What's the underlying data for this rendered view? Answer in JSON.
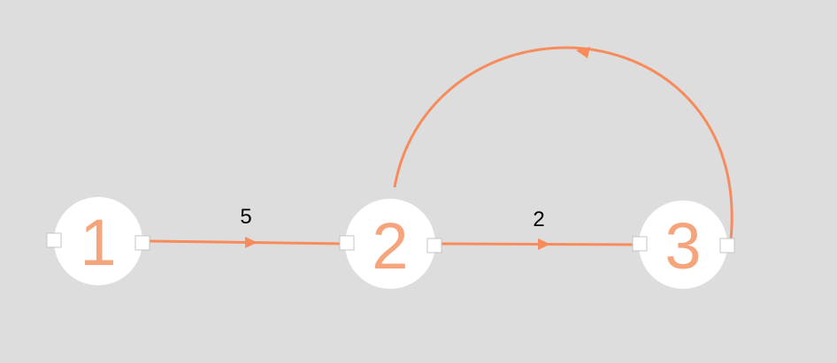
{
  "colors": {
    "background": "#dddddd",
    "node_fill": "#ffffff",
    "accent": "#f88b5b",
    "label_text": "#f6a47c",
    "port_stroke": "#c4c4c4"
  },
  "nodes": [
    {
      "id": "1",
      "label": "1"
    },
    {
      "id": "2",
      "label": "2"
    },
    {
      "id": "3",
      "label": "3"
    }
  ],
  "edges": [
    {
      "from": "1",
      "to": "2",
      "label": "5"
    },
    {
      "from": "2",
      "to": "3",
      "label": "2"
    },
    {
      "from": "3",
      "to": "2",
      "label": ""
    }
  ]
}
